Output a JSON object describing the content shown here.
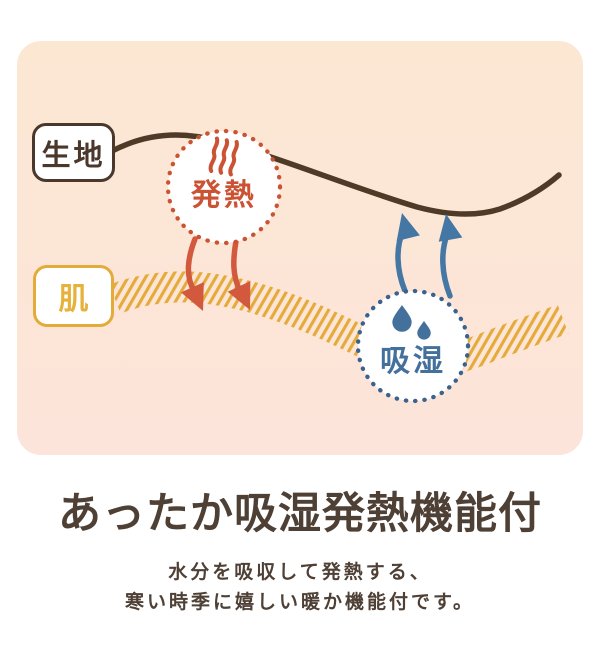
{
  "diagram": {
    "fabric_label": "生地",
    "skin_label": "肌",
    "heat_circle": {
      "label": "発熱",
      "icon": "heat-waves-icon"
    },
    "moisture_circle": {
      "label": "吸湿",
      "icon": "water-drops-icon"
    },
    "colors": {
      "panel_bg_top": "#fce7d3",
      "panel_bg_bottom": "#fde4da",
      "fabric_line": "#4e3a27",
      "fabric_label_color": "#4a382c",
      "skin_band": "#e4aa3a",
      "skin_label_color": "#e3ab39",
      "heat_accent": "#cb5334",
      "heat_arrow": "#d2593d",
      "moisture_accent": "#44719c",
      "moisture_dots": "#3a628e",
      "moisture_arrow": "#4577a4"
    }
  },
  "caption": {
    "title": "あったか吸湿発熱機能付",
    "subtitle_line1": "水分を吸収して発熱する、",
    "subtitle_line2": "寒い時季に嬉しい暖か機能付です。",
    "text_color": "#4f4036"
  }
}
